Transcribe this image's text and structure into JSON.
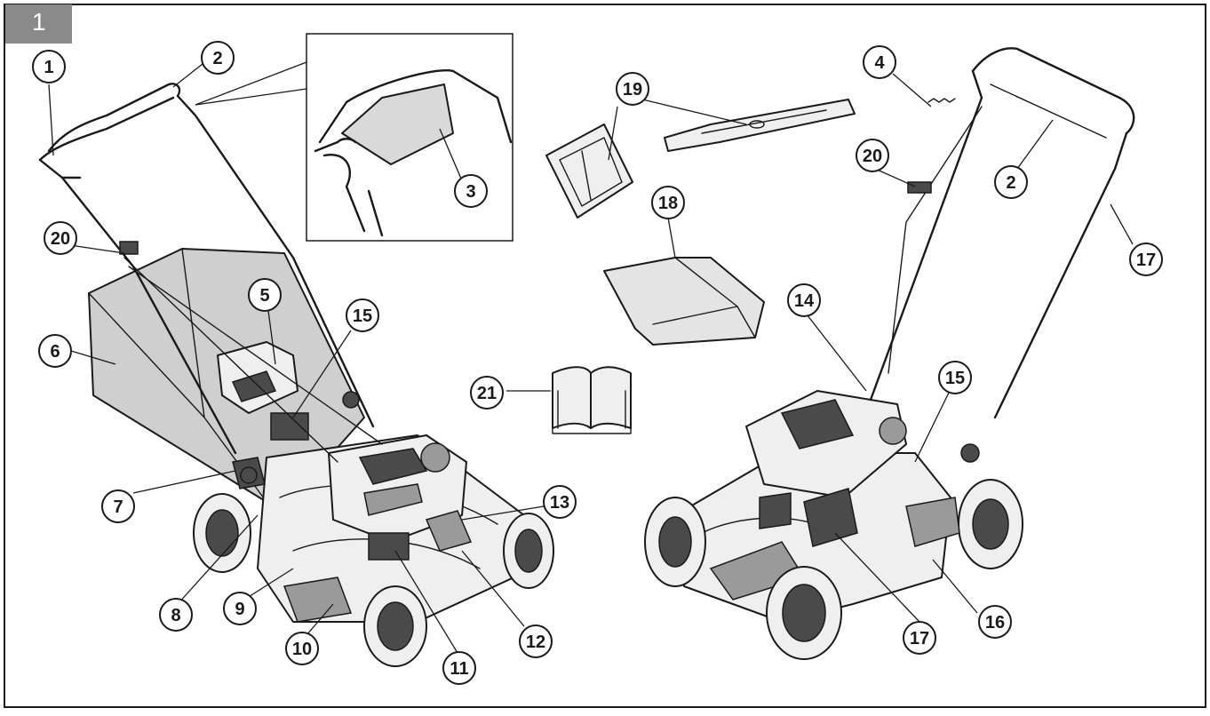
{
  "figure": {
    "number": "1"
  },
  "callouts": [
    {
      "id": "c1a",
      "label": "1"
    },
    {
      "id": "c2a",
      "label": "2"
    },
    {
      "id": "c3",
      "label": "3"
    },
    {
      "id": "c4",
      "label": "4"
    },
    {
      "id": "c5",
      "label": "5"
    },
    {
      "id": "c6",
      "label": "6"
    },
    {
      "id": "c7",
      "label": "7"
    },
    {
      "id": "c8",
      "label": "8"
    },
    {
      "id": "c9",
      "label": "9"
    },
    {
      "id": "c10",
      "label": "10"
    },
    {
      "id": "c11",
      "label": "11"
    },
    {
      "id": "c12",
      "label": "12"
    },
    {
      "id": "c13",
      "label": "13"
    },
    {
      "id": "c14",
      "label": "14"
    },
    {
      "id": "c15a",
      "label": "15"
    },
    {
      "id": "c15b",
      "label": "15"
    },
    {
      "id": "c16",
      "label": "16"
    },
    {
      "id": "c17a",
      "label": "17"
    },
    {
      "id": "c17b",
      "label": "17"
    },
    {
      "id": "c18",
      "label": "18"
    },
    {
      "id": "c19",
      "label": "19"
    },
    {
      "id": "c20a",
      "label": "20"
    },
    {
      "id": "c20b",
      "label": "20"
    },
    {
      "id": "c21",
      "label": "21"
    },
    {
      "id": "c2b",
      "label": "2"
    }
  ]
}
